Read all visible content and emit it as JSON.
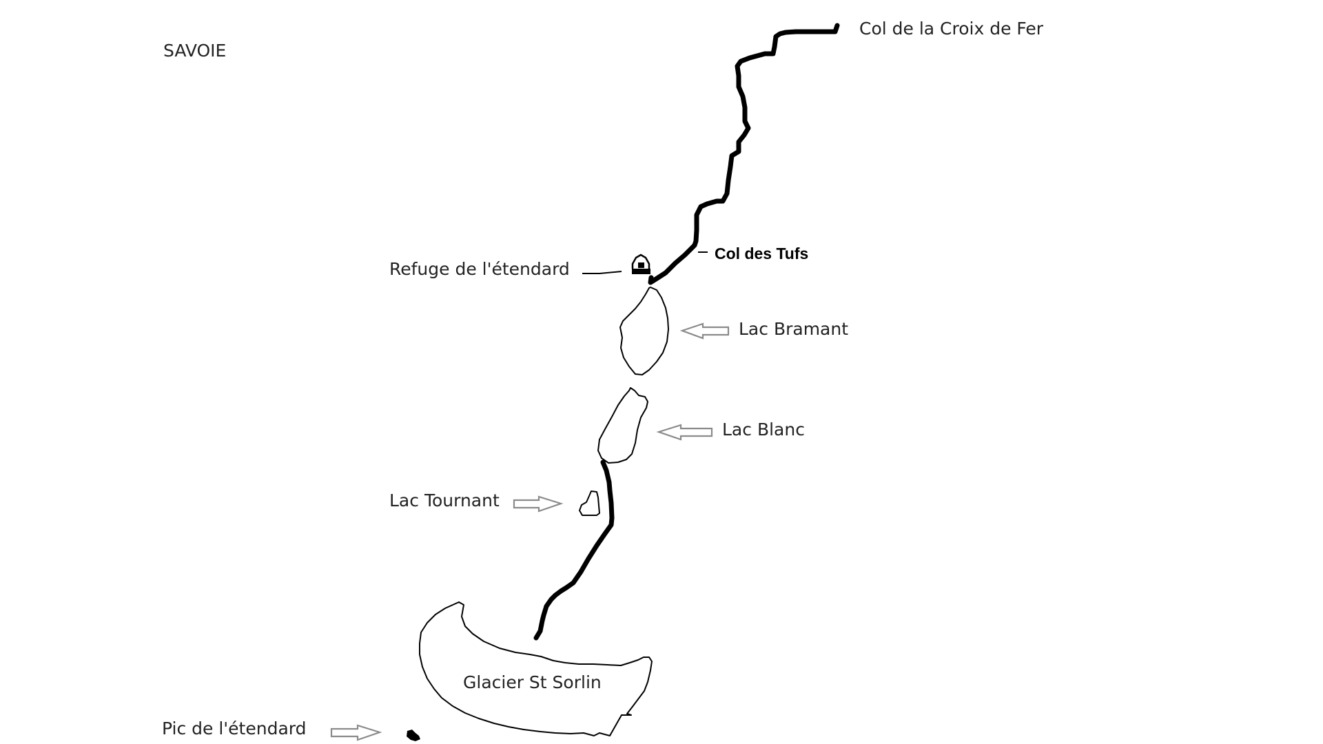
{
  "region": "SAVOIE",
  "labels": {
    "col_croix_de_fer": "Col de la Croix de Fer",
    "col_des_tufs": "Col des Tufs",
    "refuge": "Refuge de l'étendard",
    "lac_bramant": "Lac Bramant",
    "lac_blanc": "Lac Blanc",
    "lac_tournant": "Lac Tournant",
    "glacier": "Glacier St Sorlin",
    "pic": "Pic de l'étendard"
  },
  "icons": {
    "refuge": "hut-icon",
    "pointer": "hollow-arrow-icon",
    "summit": "summit-marker-icon"
  },
  "colors": {
    "trail": "#000000",
    "label_text": "#222222",
    "arrow_outline": "#8a8a8a",
    "background": "#ffffff"
  }
}
